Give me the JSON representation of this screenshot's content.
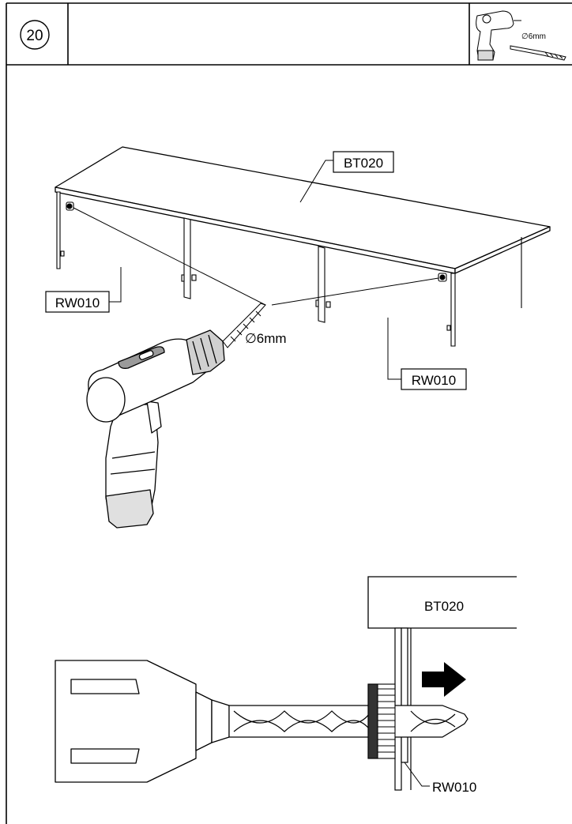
{
  "header": {
    "step_number": "20",
    "tool_drill_bit_size": "∅6mm"
  },
  "main_view": {
    "tabletop_part": "BT020",
    "rail_part_left": "RW010",
    "rail_part_right": "RW010",
    "drill_bit_size": "∅6mm"
  },
  "detail_view": {
    "tabletop_part": "BT020",
    "rail_part": "RW010"
  }
}
